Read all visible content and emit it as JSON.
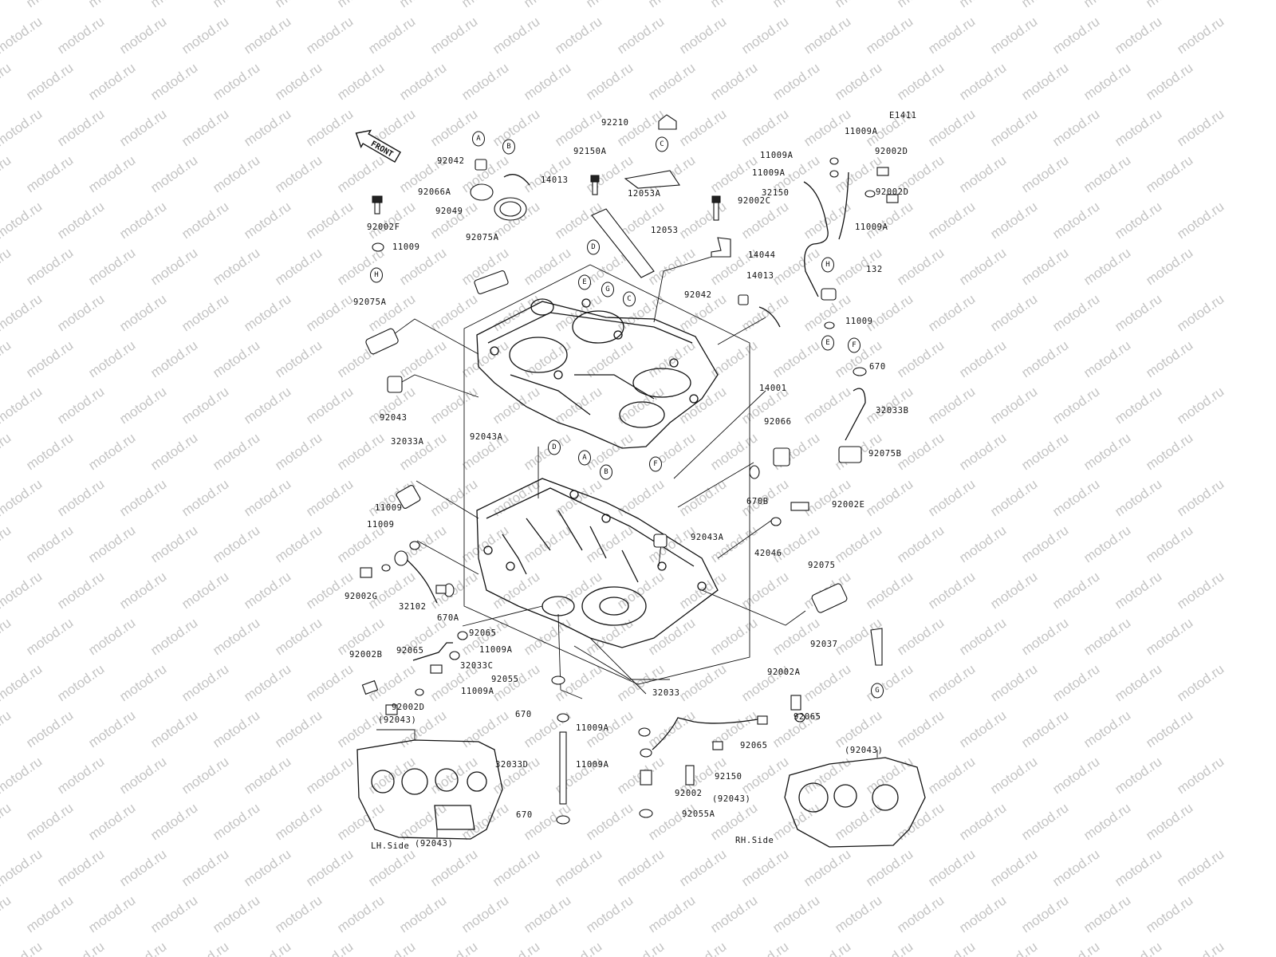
{
  "diagram": {
    "code": "E1411",
    "watermark": "motod.ru",
    "front_label": "FRONT",
    "views": {
      "lh": "LH.Side",
      "rh": "RH.Side"
    },
    "parts": [
      "92210",
      "92150A",
      "12053A",
      "12053",
      "92002C",
      "14044",
      "92042",
      "14013",
      "14001",
      "92042",
      "14013",
      "92066A",
      "92049",
      "92002F",
      "11009",
      "92075A",
      "92075A",
      "92043",
      "11009A",
      "11009A",
      "11009A",
      "92002D",
      "92002D",
      "32150",
      "11009A",
      "132",
      "11009",
      "670",
      "32033B",
      "92075B",
      "92066",
      "670B",
      "92002E",
      "92043A",
      "42046",
      "92075",
      "92037",
      "92002A",
      "92065",
      "92065",
      "92150",
      "92002",
      "92055A",
      "670",
      "11009A",
      "11009A",
      "32033D",
      "670",
      "92055",
      "32033",
      "92043A",
      "32033A",
      "11009",
      "11009",
      "92002G",
      "32102",
      "670A",
      "92065",
      "92065",
      "11009A",
      "92002B",
      "32033C",
      "11009A",
      "92002D",
      "(92043)",
      "(92043)",
      "(92043)",
      "(92043)"
    ],
    "callouts": [
      "A",
      "B",
      "C",
      "D",
      "H",
      "E",
      "G",
      "C",
      "A",
      "B",
      "F",
      "D",
      "H",
      "E",
      "F",
      "G"
    ]
  }
}
